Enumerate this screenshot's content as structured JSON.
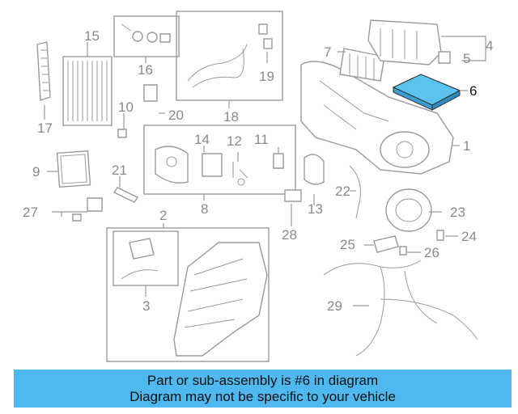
{
  "callouts": [
    "15",
    "16",
    "18",
    "19",
    "7",
    "4",
    "5",
    "6",
    "17",
    "20",
    "10",
    "14",
    "12",
    "11",
    "1",
    "9",
    "21",
    "8",
    "22",
    "27",
    "2",
    "23",
    "13",
    "28",
    "24",
    "25",
    "26",
    "3",
    "29"
  ],
  "highlight_callout": "6",
  "highlight_color": "#5bc3f0",
  "banner": {
    "line1": "Part or sub-assembly is #6 in diagram",
    "line2": "Diagram may not be specific to your vehicle",
    "color": "#4fb8ee"
  }
}
